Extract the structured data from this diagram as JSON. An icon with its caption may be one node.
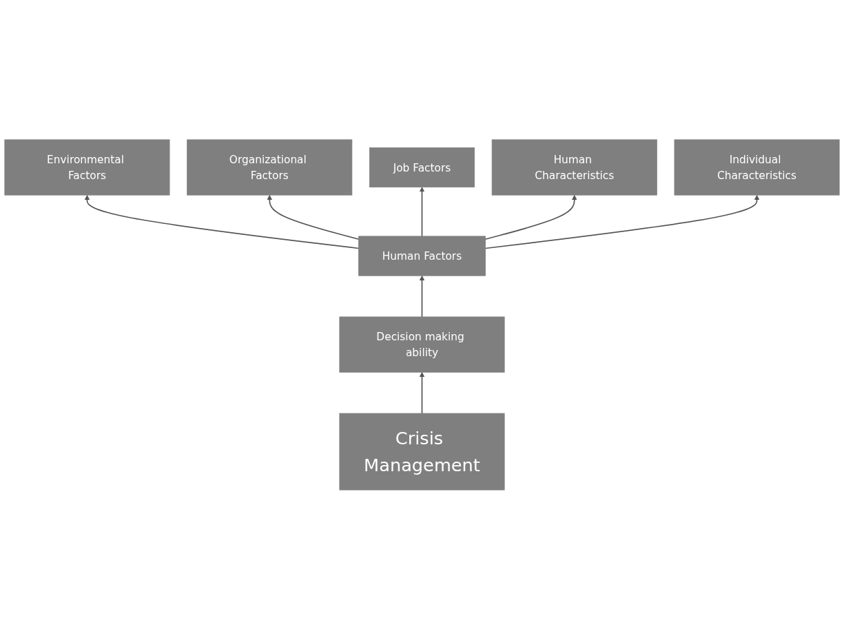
{
  "diagram": {
    "nodes": [
      {
        "text": [
          "Environmental Factors"
        ]
      },
      {
        "text": [
          "Organizational Factors"
        ]
      },
      {
        "text": [
          "Job Factors"
        ]
      },
      {
        "text": [
          "Human Characteristics"
        ]
      },
      {
        "text": [
          "Individual Characteristics"
        ]
      },
      {
        "text": [
          "Human Factors"
        ]
      },
      {
        "text": [
          "Decision making ability"
        ]
      },
      {
        "text": [
          "Crisis Management"
        ]
      }
    ],
    "edges": [
      {
        "from": 7,
        "to": 6,
        "arrow": "to"
      },
      {
        "from": 6,
        "to": 5,
        "arrow": "to"
      },
      {
        "from": 5,
        "to": 0,
        "arrow": "to"
      },
      {
        "from": 5,
        "to": 1,
        "arrow": "to"
      },
      {
        "from": 5,
        "to": 2,
        "arrow": "to"
      },
      {
        "from": 5,
        "to": 3,
        "arrow": "to"
      },
      {
        "from": 5,
        "to": 4,
        "arrow": "to"
      }
    ]
  }
}
